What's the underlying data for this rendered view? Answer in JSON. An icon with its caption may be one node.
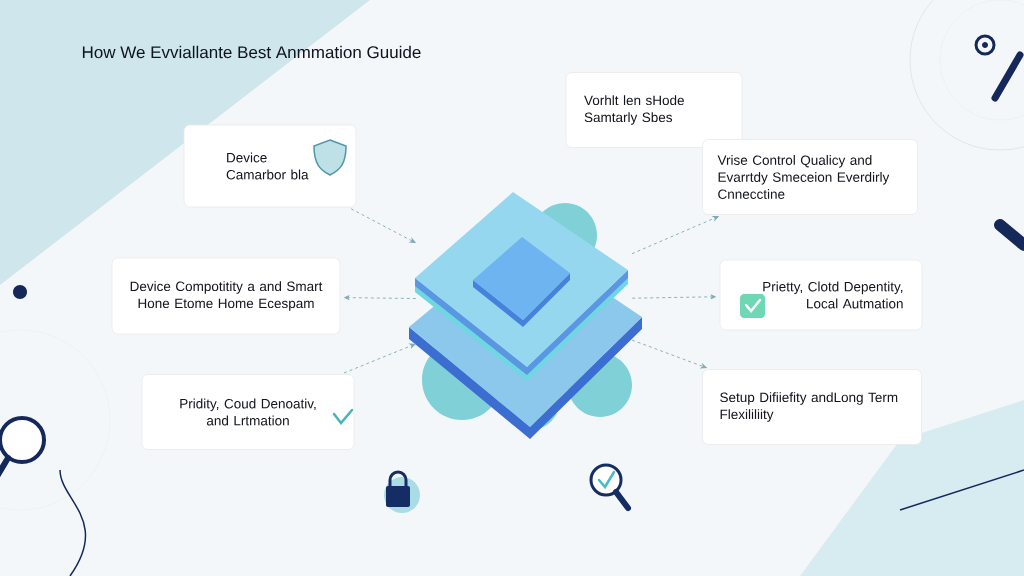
{
  "diagram": {
    "title": "How We Evviallante Best Anmmation Guuide",
    "nodes": [
      {
        "text": [
          "Device Camarbor bla"
        ]
      },
      {
        "text": [
          "Device Compotitity a and Smart Hone Etome Home Ecespam"
        ]
      },
      {
        "text": [
          "Pridity, Coud Denoativ, and Lrtmation"
        ]
      },
      {
        "text": [
          "Vorhlt len sHode Samtarly Sbes"
        ]
      },
      {
        "text": [
          "Vrise Control Qualicy and Evarrtdy Smeceion Everdirly Cnnecctine"
        ]
      },
      {
        "text": [
          "Prietty, Clotd Depentity, Local Autmation"
        ]
      },
      {
        "text": [
          "Setup Difiiefity andLong Term Flexililiity"
        ]
      },
      {
        "text": [],
        "shape": "picture"
      }
    ],
    "edges": [
      {
        "from": 0,
        "to": 7,
        "arrow": "to",
        "style": "dashed"
      },
      {
        "from": 7,
        "to": 1,
        "arrow": "to",
        "style": "dashed"
      },
      {
        "from": 2,
        "to": 7,
        "arrow": "to",
        "style": "dashed"
      },
      {
        "from": 7,
        "to": 4,
        "arrow": "to",
        "style": "dashed"
      },
      {
        "from": 7,
        "to": 5,
        "arrow": "to",
        "style": "dashed"
      },
      {
        "from": 7,
        "to": 6,
        "arrow": "to",
        "style": "dashed"
      }
    ]
  }
}
